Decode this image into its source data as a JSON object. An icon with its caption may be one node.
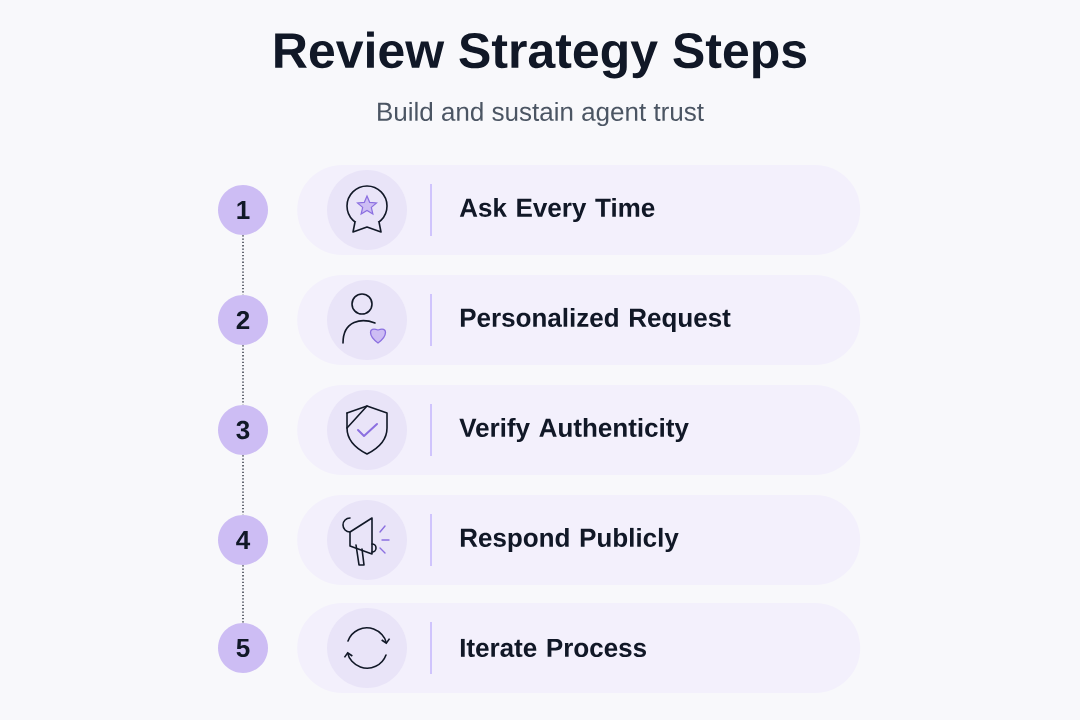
{
  "diagram": {
    "title": "Review Strategy Steps",
    "caption": "Build and sustain agent trust",
    "nodes": [
      {
        "text": [
          "1"
        ]
      },
      {
        "text": [
          "Ask Every Time"
        ]
      },
      {
        "text": [
          "2"
        ]
      },
      {
        "text": [
          "Personalized Request"
        ]
      },
      {
        "text": [
          "3"
        ]
      },
      {
        "text": [
          "Verify Authenticity"
        ]
      },
      {
        "text": [
          "4"
        ]
      },
      {
        "text": [
          "Respond Publicly"
        ]
      },
      {
        "text": [
          "5"
        ]
      },
      {
        "text": [
          "Iterate Process"
        ]
      }
    ],
    "edges": [
      {
        "from": 0,
        "to": 2,
        "arrow": "none",
        "style": "dashed"
      },
      {
        "from": 2,
        "to": 4,
        "arrow": "none",
        "style": "dashed"
      },
      {
        "from": 4,
        "to": 6,
        "arrow": "none",
        "style": "dashed"
      },
      {
        "from": 6,
        "to": 8,
        "arrow": "none",
        "style": "dashed"
      }
    ]
  }
}
